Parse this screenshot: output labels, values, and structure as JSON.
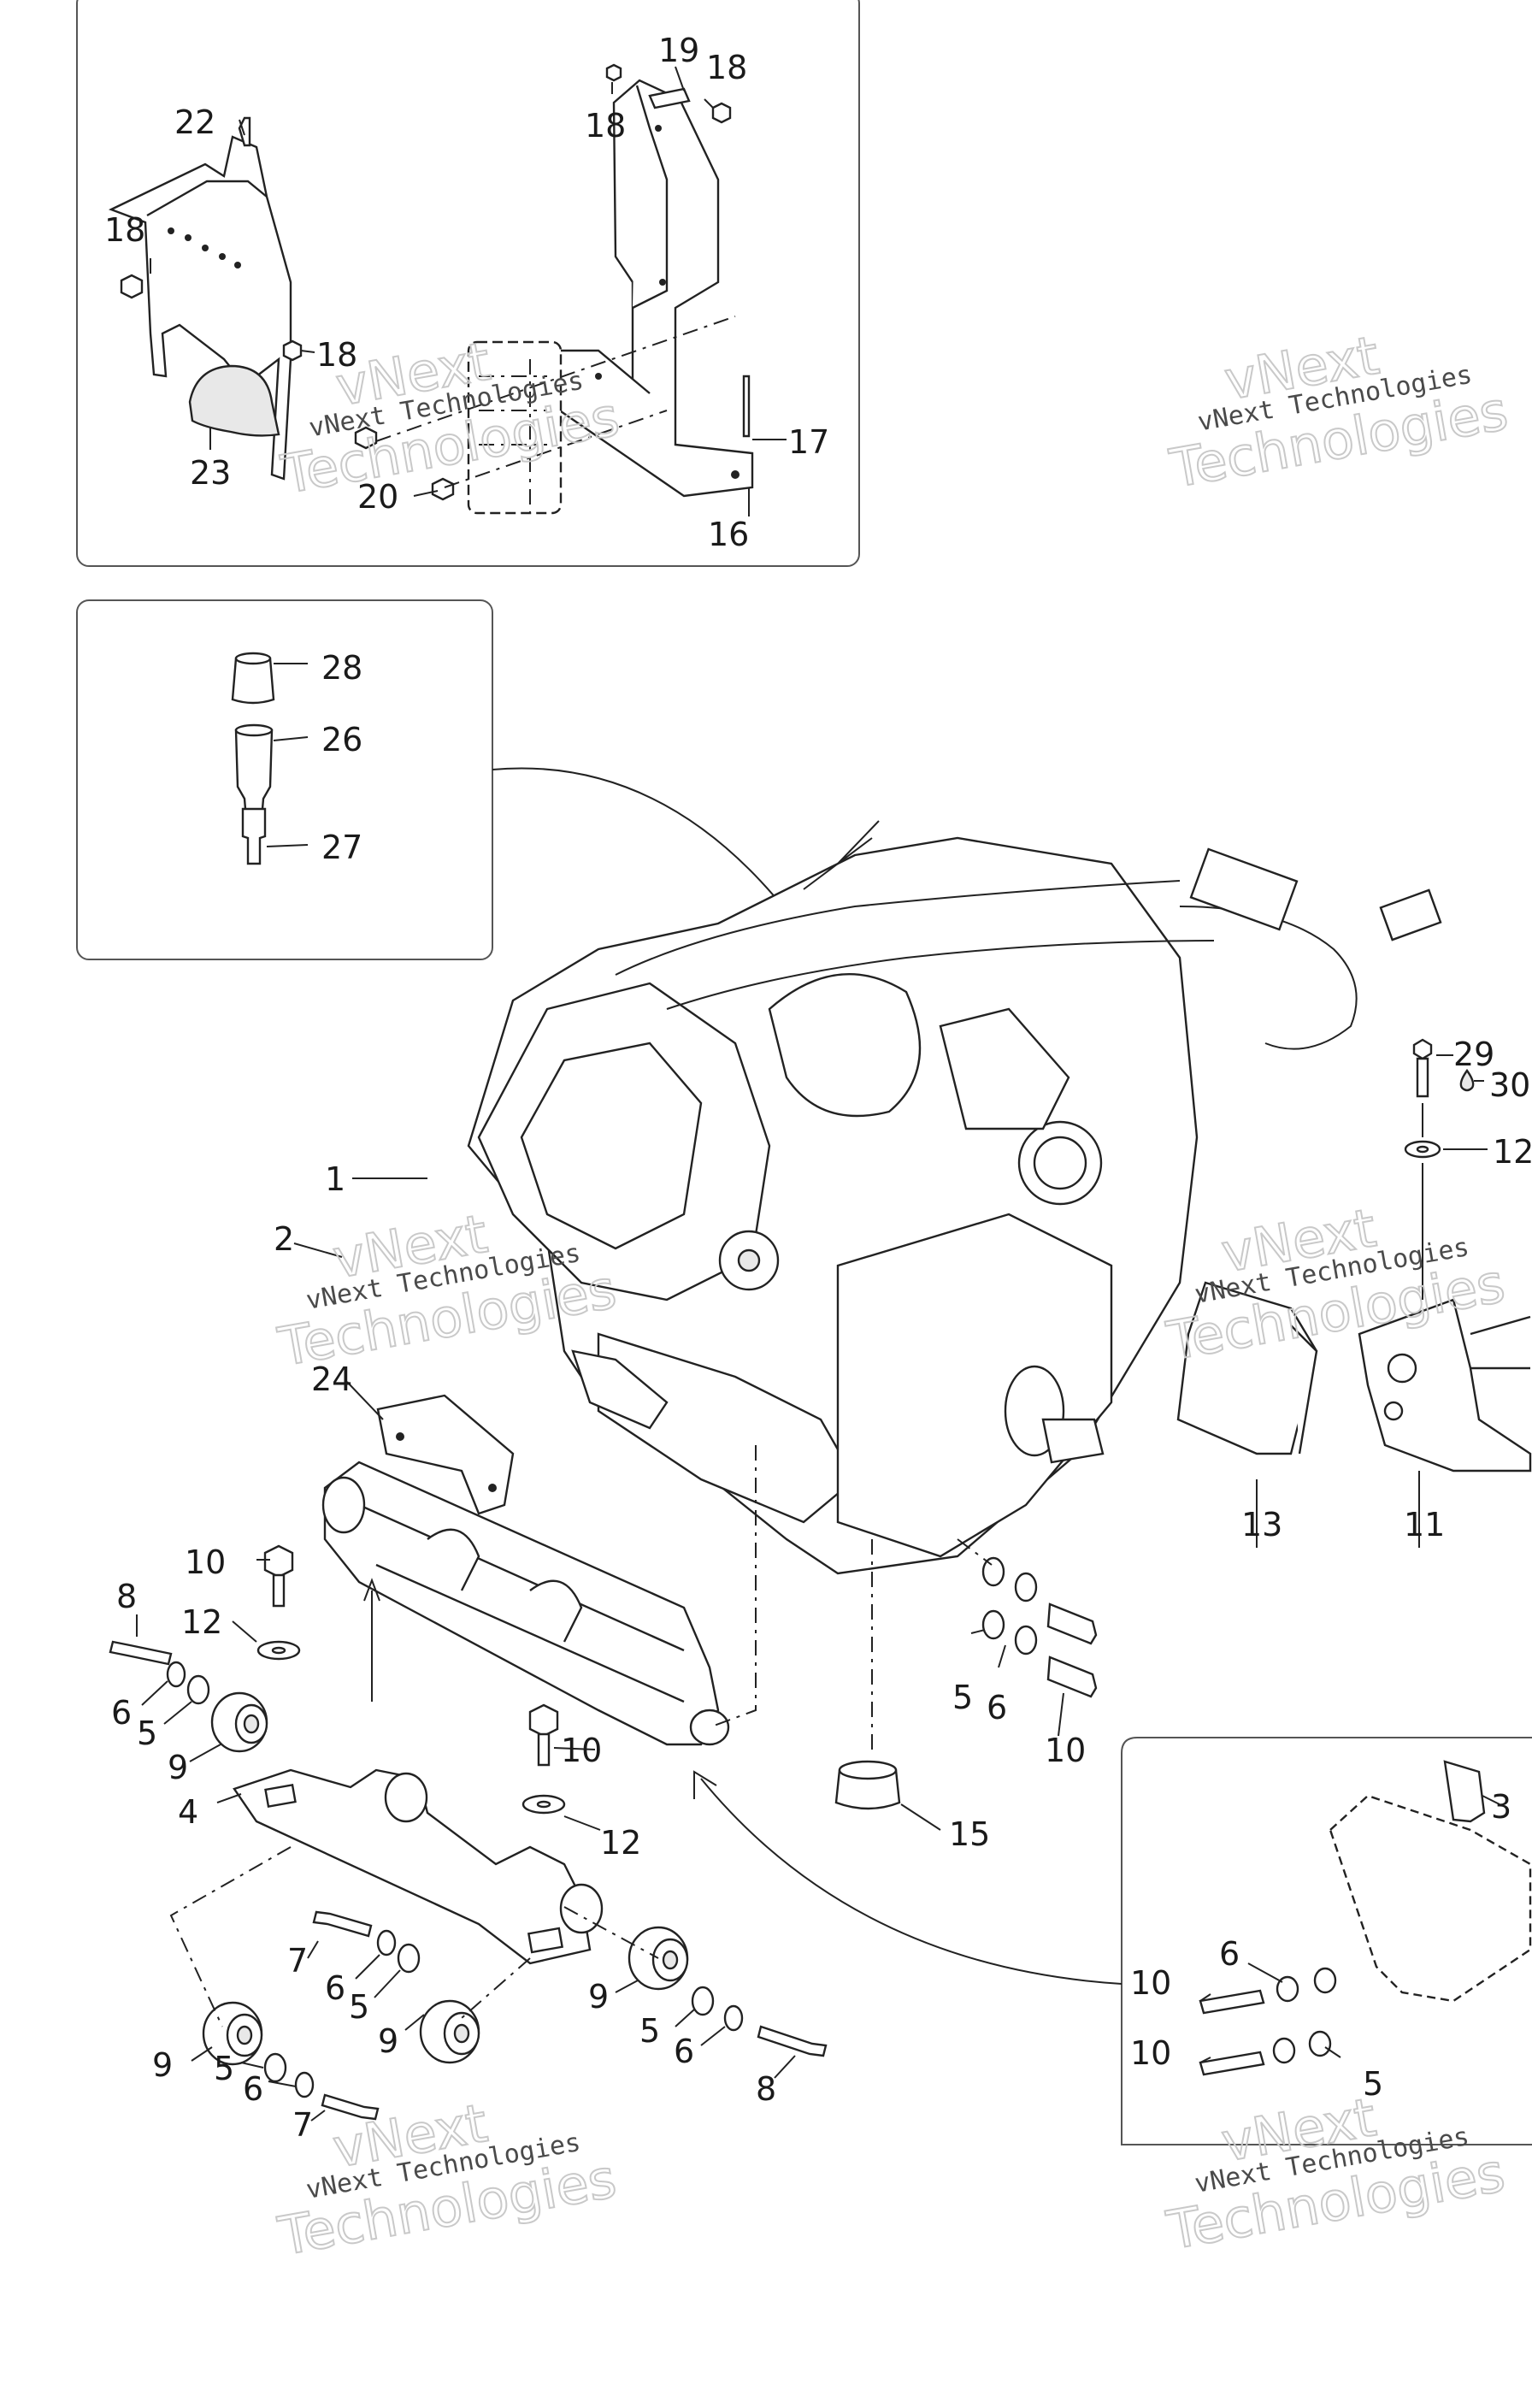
{
  "watermarks": [
    {
      "small": "vNext Technologies",
      "big": "Technologies",
      "top": "vNext"
    }
  ],
  "callouts": {
    "c1": "1",
    "c2": "2",
    "c3": "3",
    "c4": "4",
    "c5a": "5",
    "c5b": "5",
    "c5c": "5",
    "c5d": "5",
    "c5e": "5",
    "c5f": "5",
    "c6a": "6",
    "c6b": "6",
    "c6c": "6",
    "c6d": "6",
    "c6e": "6",
    "c6f": "6",
    "c7a": "7",
    "c7b": "7",
    "c8a": "8",
    "c8b": "8",
    "c9a": "9",
    "c9b": "9",
    "c9c": "9",
    "c9d": "9",
    "c10a": "10",
    "c10b": "10",
    "c10c": "10",
    "c10d": "10",
    "c10e": "10",
    "c11": "11",
    "c12a": "12",
    "c12b": "12",
    "c12c": "12",
    "c13": "13",
    "c15": "15",
    "c16": "16",
    "c17": "17",
    "c18a": "18",
    "c18b": "18",
    "c18c": "18",
    "c18d": "18",
    "c19": "19",
    "c20": "20",
    "c22": "22",
    "c23": "23",
    "c24": "24",
    "c26": "26",
    "c27": "27",
    "c28": "28",
    "c29": "29",
    "c30": "30"
  }
}
